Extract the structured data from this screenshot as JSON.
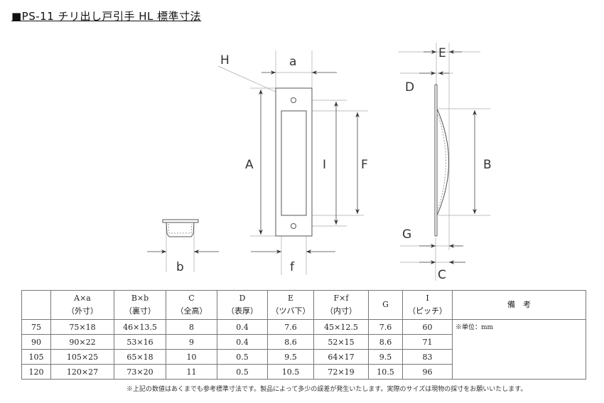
{
  "title": "■PS-11 チリ出し戸引手 HL 標準寸法",
  "labels": {
    "H": "H",
    "a": "a",
    "A": "A",
    "I": "I",
    "F": "F",
    "f": "f",
    "b": "b",
    "E": "E",
    "D": "D",
    "B": "B",
    "G": "G",
    "C": "C"
  },
  "table": {
    "headers": [
      {
        "top": "",
        "bottom": ""
      },
      {
        "top": "A×a",
        "bottom": "（外寸）"
      },
      {
        "top": "B×b",
        "bottom": "（裏寸）"
      },
      {
        "top": "C",
        "bottom": "（全高）"
      },
      {
        "top": "D",
        "bottom": "（表厚）"
      },
      {
        "top": "E",
        "bottom": "（ツバ下）"
      },
      {
        "top": "F×f",
        "bottom": "（内寸）"
      },
      {
        "top": "G",
        "bottom": ""
      },
      {
        "top": "I",
        "bottom": "（ピッチ）"
      },
      {
        "top": "備　考",
        "bottom": ""
      }
    ],
    "rows": [
      [
        "75",
        "75×18",
        "46×13.5",
        "8",
        "0.4",
        "7.6",
        "45×12.5",
        "7.6",
        "60"
      ],
      [
        "90",
        "90×22",
        "53×16",
        "9",
        "0.4",
        "8.6",
        "52×15",
        "8.6",
        "71"
      ],
      [
        "105",
        "105×25",
        "65×18",
        "10",
        "0.5",
        "9.5",
        "64×17",
        "9.5",
        "83"
      ],
      [
        "120",
        "120×27",
        "73×20",
        "11",
        "0.5",
        "10.5",
        "72×19",
        "10.5",
        "96"
      ]
    ],
    "remarks": "※単位：mm"
  },
  "note": "※上記の数値はあくまでも参考標準寸法です。製品によって多少の誤差が発生いたします。実際のサイズは現物の採寸をお願いいたします。"
}
